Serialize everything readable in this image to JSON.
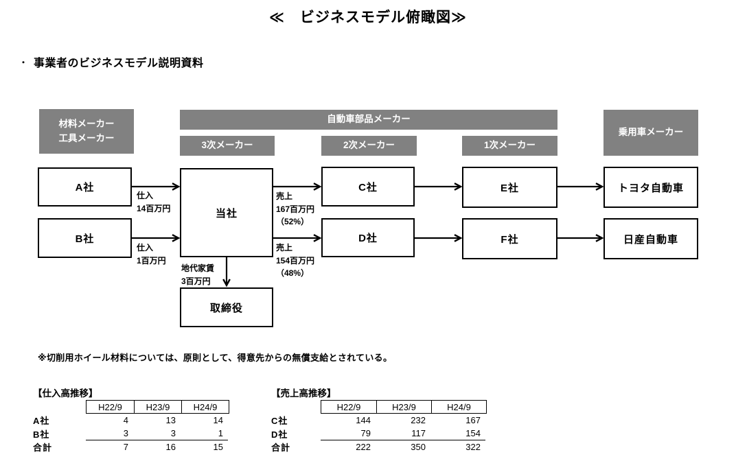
{
  "title": "≪　ビジネスモデル俯瞰図≫",
  "subtitle": {
    "bullet": "・",
    "text": "事業者のビジネスモデル説明資料"
  },
  "colors": {
    "header_gray": "#818181",
    "node_border": "#000000",
    "background": "#ffffff",
    "header_text": "#ffffff"
  },
  "diagram": {
    "group_headers": {
      "material": {
        "line1": "材料メーカー",
        "line2": "工具メーカー"
      },
      "auto_parts": {
        "label": "自動車部品メーカー"
      },
      "passenger": {
        "label": "乗用車メーカー"
      }
    },
    "tier_headers": {
      "tier3": "3次メーカー",
      "tier2": "2次メーカー",
      "tier1": "1次メーカー"
    },
    "nodes": {
      "a": "A社",
      "b": "B社",
      "own": "当社",
      "c": "C社",
      "d": "D社",
      "e": "E社",
      "f": "F社",
      "toyota": "トヨタ自動車",
      "nissan": "日産自動車",
      "director": "取締役"
    },
    "flows": [
      {
        "from": "A社",
        "to": "当社",
        "label_lines": [
          "仕入",
          "14百万円"
        ]
      },
      {
        "from": "B社",
        "to": "当社",
        "label_lines": [
          "仕入",
          "1百万円"
        ]
      },
      {
        "from": "当社",
        "to": "C社",
        "label_lines": [
          "売上",
          "167百万円",
          "（52%）"
        ]
      },
      {
        "from": "当社",
        "to": "D社",
        "label_lines": [
          "売上",
          "154百万円",
          "（48%）"
        ]
      },
      {
        "from": "当社",
        "to": "取締役",
        "label_lines": [
          "地代家賃",
          "3百万円"
        ]
      },
      {
        "from": "C社",
        "to": "E社",
        "label_lines": []
      },
      {
        "from": "D社",
        "to": "F社",
        "label_lines": []
      },
      {
        "from": "E社",
        "to": "トヨタ自動車",
        "label_lines": []
      },
      {
        "from": "F社",
        "to": "日産自動車",
        "label_lines": []
      }
    ]
  },
  "note": "※切削用ホイール材料については、原則として、得意先からの無償支給とされている。",
  "tables": [
    {
      "title": "【仕入高推移】",
      "columns": [
        "H22/9",
        "H23/9",
        "H24/9"
      ],
      "rows": [
        {
          "label": "A社",
          "values": [
            4,
            13,
            14
          ]
        },
        {
          "label": "B社",
          "values": [
            3,
            3,
            1
          ]
        },
        {
          "label": "合計",
          "values": [
            7,
            16,
            15
          ]
        }
      ]
    },
    {
      "title": "【売上高推移】",
      "columns": [
        "H22/9",
        "H23/9",
        "H24/9"
      ],
      "rows": [
        {
          "label": "C社",
          "values": [
            144,
            232,
            167
          ]
        },
        {
          "label": "D社",
          "values": [
            79,
            117,
            154
          ]
        },
        {
          "label": "合計",
          "values": [
            222,
            350,
            322
          ]
        }
      ]
    }
  ]
}
